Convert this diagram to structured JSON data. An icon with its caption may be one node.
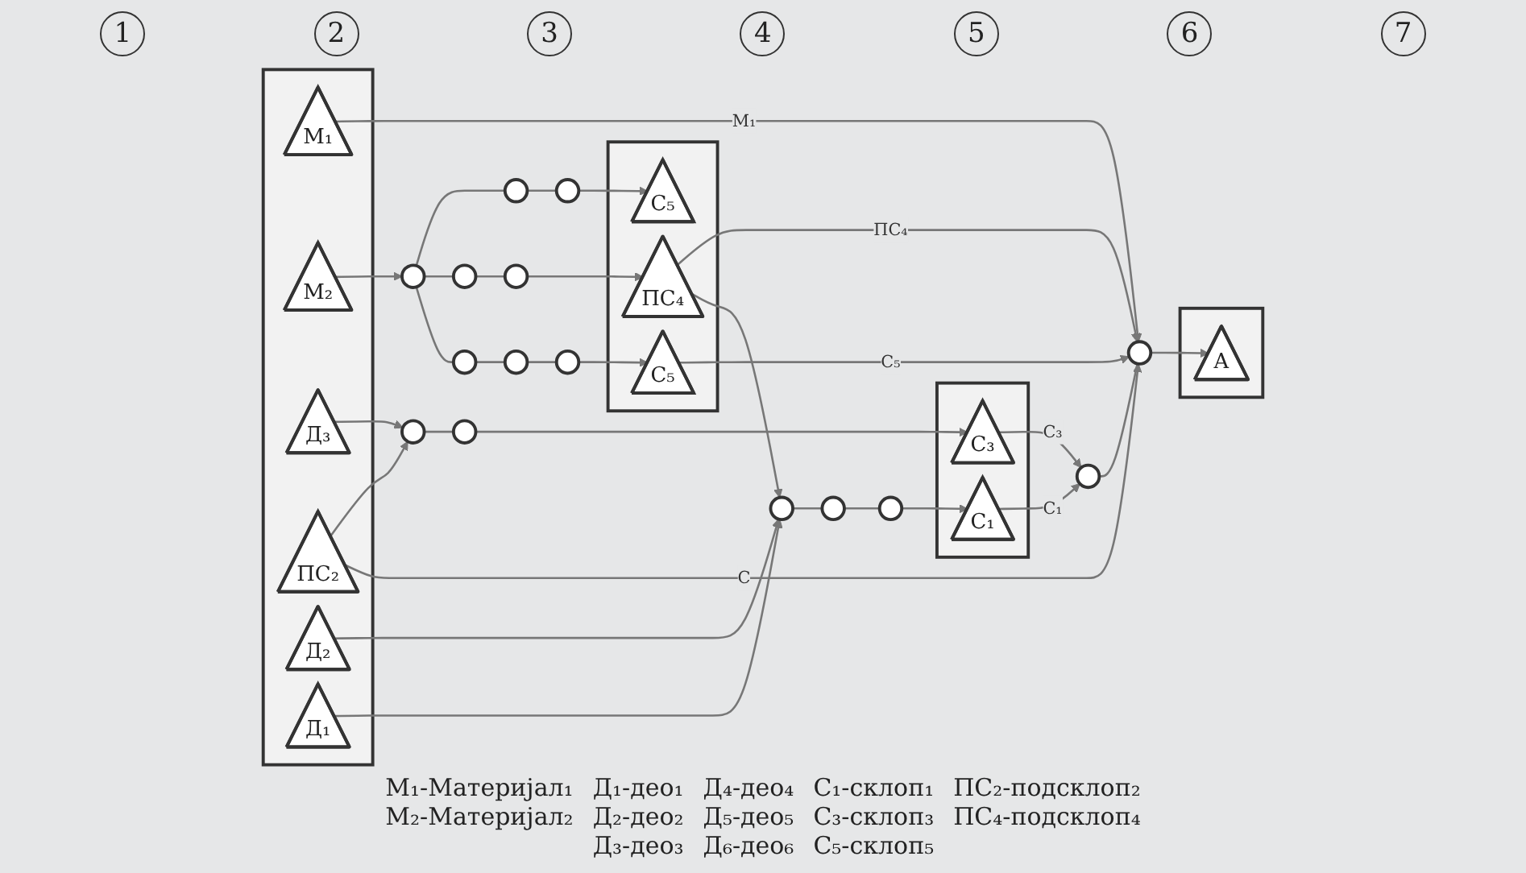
{
  "diagram": {
    "nodes": [
      {
        "text": [],
        "shape": "box"
      },
      {
        "text": [
          "М₁"
        ],
        "in": 0
      },
      {
        "text": [
          "М₂"
        ],
        "in": 0
      },
      {
        "text": [
          "Д₃"
        ],
        "in": 0
      },
      {
        "text": [
          "ПС₂"
        ],
        "in": 0
      },
      {
        "text": [
          "Д₂"
        ],
        "in": 0
      },
      {
        "text": [
          "Д₁"
        ],
        "in": 0
      },
      {
        "text": [],
        "shape": "circle"
      },
      {
        "text": [],
        "shape": "circle"
      },
      {
        "text": [],
        "shape": "circle"
      },
      {
        "text": [],
        "shape": "circle"
      },
      {
        "text": [],
        "shape": "circle"
      },
      {
        "text": [],
        "shape": "circle"
      },
      {
        "text": [],
        "shape": "circle"
      },
      {
        "text": [],
        "shape": "circle"
      },
      {
        "text": [],
        "shape": "box"
      },
      {
        "text": [
          "С₅"
        ],
        "in": 15
      },
      {
        "text": [
          "ПС₄"
        ],
        "in": 15
      },
      {
        "text": [
          "С₅"
        ],
        "in": 15
      },
      {
        "text": [],
        "shape": "circle"
      },
      {
        "text": [],
        "shape": "circle"
      },
      {
        "text": [],
        "shape": "circle"
      },
      {
        "text": [],
        "shape": "circle"
      },
      {
        "text": [],
        "shape": "circle"
      },
      {
        "text": [],
        "shape": "box"
      },
      {
        "text": [
          "С₁"
        ],
        "in": 24
      },
      {
        "text": [
          "С₃"
        ],
        "in": 24
      },
      {
        "text": [],
        "shape": "circle"
      },
      {
        "text": [],
        "shape": "circle"
      },
      {
        "text": [],
        "shape": "box"
      },
      {
        "text": [
          "А"
        ],
        "in": 29
      }
    ],
    "edges": [
      {
        "from": 2,
        "to": 7,
        "arrow": "to"
      },
      {
        "from": 7,
        "to": 8,
        "arrow": "none"
      },
      {
        "from": 8,
        "to": 9,
        "arrow": "none"
      },
      {
        "from": 9,
        "to": 16,
        "arrow": "to"
      },
      {
        "from": 7,
        "to": 10,
        "arrow": "none"
      },
      {
        "from": 10,
        "to": 11,
        "arrow": "none"
      },
      {
        "from": 11,
        "to": 17,
        "arrow": "to"
      },
      {
        "from": 7,
        "to": 12,
        "arrow": "none"
      },
      {
        "from": 12,
        "to": 13,
        "arrow": "none"
      },
      {
        "from": 13,
        "to": 14,
        "arrow": "none"
      },
      {
        "from": 14,
        "to": 18,
        "arrow": "to"
      },
      {
        "from": 1,
        "to": 28,
        "arrow": "to",
        "label": "М₁"
      },
      {
        "from": 17,
        "to": 28,
        "arrow": "to",
        "label": "ПС₄"
      },
      {
        "from": 17,
        "to": 19,
        "arrow": "to"
      },
      {
        "from": 5,
        "to": 19,
        "arrow": "to"
      },
      {
        "from": 6,
        "to": 19,
        "arrow": "to"
      },
      {
        "from": 3,
        "to": 22,
        "arrow": "to"
      },
      {
        "from": 4,
        "to": 22,
        "arrow": "to"
      },
      {
        "from": 18,
        "to": 28,
        "arrow": "to",
        "label": "С₅"
      },
      {
        "from": 4,
        "to": 28,
        "arrow": "to",
        "label": "С"
      },
      {
        "from": 19,
        "to": 20,
        "arrow": "none"
      },
      {
        "from": 20,
        "to": 21,
        "arrow": "none"
      },
      {
        "from": 21,
        "to": 25,
        "arrow": "to"
      },
      {
        "from": 22,
        "to": 23,
        "arrow": "none"
      },
      {
        "from": 23,
        "to": 26,
        "arrow": "to"
      },
      {
        "from": 25,
        "to": 27,
        "arrow": "to",
        "label": "С₁"
      },
      {
        "from": 26,
        "to": 27,
        "arrow": "to",
        "label": "С₃"
      },
      {
        "from": 27,
        "to": 28,
        "arrow": "none"
      },
      {
        "from": 28,
        "to": 30,
        "arrow": "to"
      }
    ],
    "labels": [
      "1",
      "2",
      "3",
      "4",
      "5",
      "6",
      "7",
      "М₁-Материјал₁",
      "Д₁-део₁",
      "Д₄-део₄",
      "С₁-склоп₁",
      "ПС₂-подсклоп₂",
      "М₂-Материјал₂",
      "Д₂-део₂",
      "Д₅-део₅",
      "С₃-склоп₃",
      "ПС₄-подсклоп₄",
      "Д₃-део₃",
      "Д₆-део₆",
      "С₅-склоп₅"
    ]
  }
}
